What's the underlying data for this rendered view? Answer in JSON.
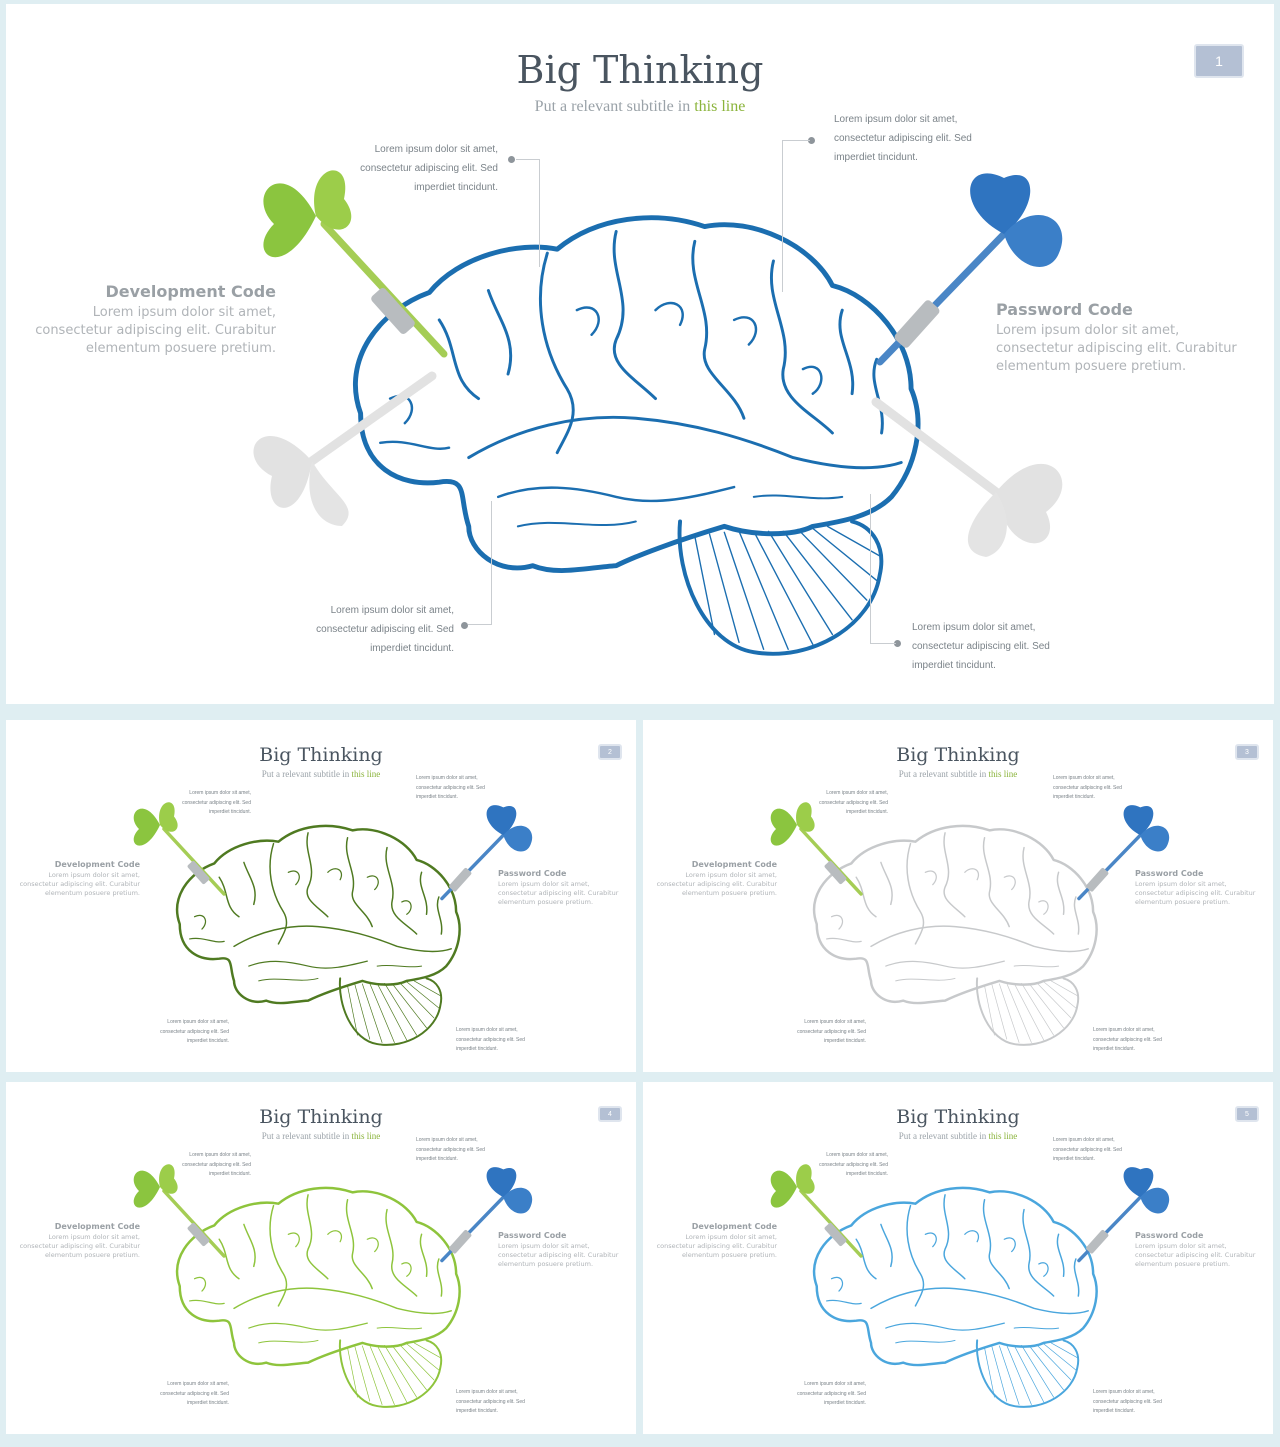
{
  "slides": [
    {
      "title": "Big Thinking",
      "subtitle_prefix": "Put a relevant subtitle in",
      "subtitle_highlight": "this line",
      "page_number": "1",
      "brain_color": "#1b6eb0",
      "note_text": "Lorem ipsum dolor sit amet, consectetur adipiscing elit. Sed imperdiet tincidunt.",
      "left_label": "Development Code",
      "left_desc": "Lorem ipsum dolor sit amet, consectetur adipiscing elit. Curabitur elementum posuere pretium.",
      "right_label": "Password Code",
      "right_desc": "Lorem ipsum dolor sit amet, consectetur adipiscing elit. Curabitur elementum posuere pretium."
    },
    {
      "title": "Big Thinking",
      "subtitle_prefix": "Put a relevant subtitle in",
      "subtitle_highlight": "this line",
      "page_number": "2",
      "brain_color": "#4f7a21"
    },
    {
      "title": "Big Thinking",
      "subtitle_prefix": "Put a relevant subtitle in",
      "subtitle_highlight": "this line",
      "page_number": "3",
      "brain_color": "#c7c9cb"
    },
    {
      "title": "Big Thinking",
      "subtitle_prefix": "Put a relevant subtitle in",
      "subtitle_highlight": "this line",
      "page_number": "4",
      "brain_color": "#8ec43c"
    },
    {
      "title": "Big Thinking",
      "subtitle_prefix": "Put a relevant subtitle in",
      "subtitle_highlight": "this line",
      "page_number": "5",
      "brain_color": "#4aa6dd"
    }
  ],
  "colors": {
    "accent_green": "#8bc53f",
    "accent_blue": "#2f74c0",
    "dart_shadow": "#e2e2e2",
    "footer_teal": "#1a9fb9"
  },
  "icons": [
    "brain-illustration",
    "green-dart-icon",
    "blue-dart-icon"
  ]
}
